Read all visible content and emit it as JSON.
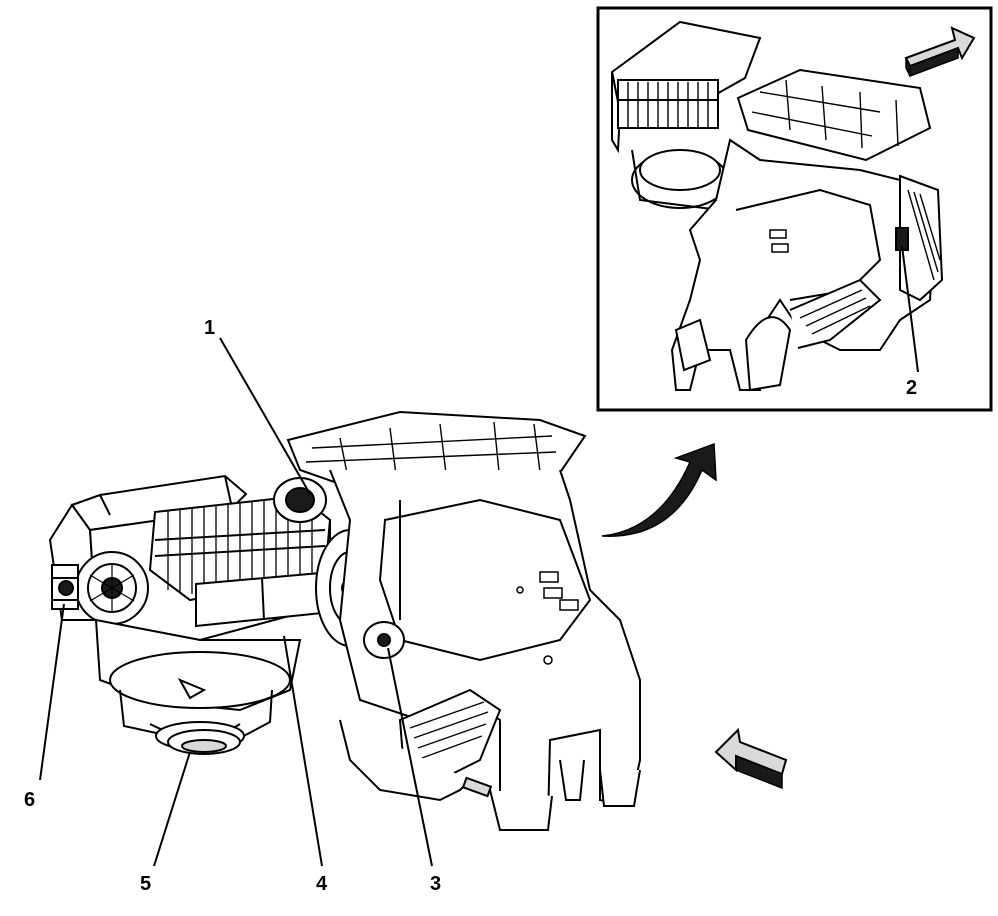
{
  "colors": {
    "line": "#000000",
    "background": "#ffffff",
    "shade": "#d9d9d9",
    "dark": "#1a1a1a"
  },
  "callouts": [
    {
      "label": "1",
      "part": "callout-1"
    },
    {
      "label": "2",
      "part": "callout-2"
    },
    {
      "label": "3",
      "part": "callout-3"
    },
    {
      "label": "4",
      "part": "callout-4"
    },
    {
      "label": "5",
      "part": "callout-5"
    },
    {
      "label": "6",
      "part": "callout-6"
    }
  ],
  "icons": [
    "direction-arrow-icon",
    "rotate-arrow-icon"
  ]
}
